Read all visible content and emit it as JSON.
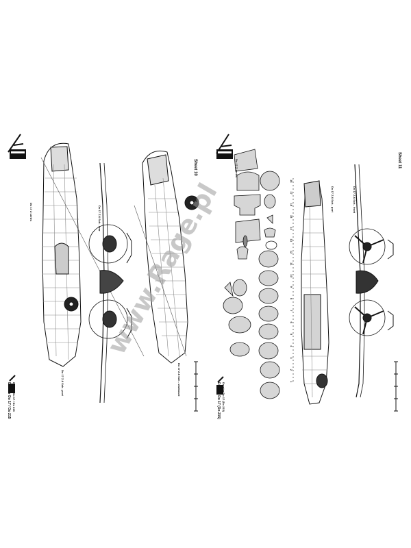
{
  "sheet_left": {
    "sheet_number": "Sheet 10",
    "title_line1": "Dornier Do 17 / Do 215",
    "title_line2": "Dornier Do 17 / Do 215",
    "publisher_box": "Do 17 Z series",
    "view_labels": [
      "Do 17 Z-6 Sch - port",
      "Do 17 Z-6 Sch - rear",
      "Do 17 Z-6 Sch - starboard"
    ]
  },
  "sheet_right": {
    "sheet_number": "Sheet 11",
    "title_line1": "Dornier Do 17 (Do 215)",
    "title_line2": "Dornier Do 17 (Do 215)",
    "publisher_box": "Do 17 Z series",
    "view_labels": [
      "Do 17 Z-6 Sch - port",
      "Do 17 Z-6 Sch - front"
    ],
    "section_numbers": [
      "18",
      "17",
      "16",
      "15",
      "14",
      "13",
      "12",
      "11",
      "10",
      "9",
      "8",
      "7",
      "6",
      "5",
      "4",
      "3",
      "2",
      "1"
    ]
  },
  "watermark": {
    "text": "www.Rage.pl",
    "color": "#9a9a9a"
  }
}
